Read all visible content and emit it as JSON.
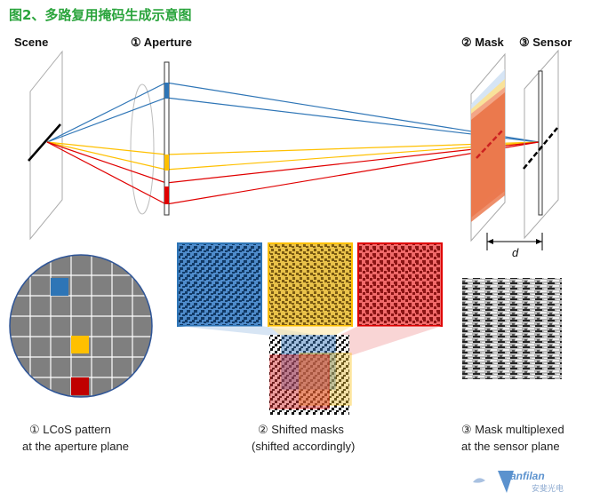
{
  "title": "图2、多路复用掩码生成示意图",
  "labels": {
    "scene": "Scene",
    "aperture": "① Aperture",
    "mask": "② Mask",
    "sensor": "③ Sensor",
    "distance": "d"
  },
  "captions": {
    "lcos_line1": "① LCoS pattern",
    "lcos_line2": "at the aperture plane",
    "shifted_line1": "② Shifted masks",
    "shifted_line2": "(shifted accordingly)",
    "multiplexed_line1": "③ Mask multiplexed",
    "multiplexed_line2": "at the sensor plane"
  },
  "watermark": {
    "brand": "anfilan",
    "sub": "安斐光电"
  },
  "colors": {
    "blue": "#2e75b6",
    "yellow": "#ffc000",
    "red": "#e00000",
    "title_green": "#2aa43c",
    "lcos_gray": "#7f7f7f"
  },
  "lcos_colored_cells": [
    {
      "color": "blue",
      "row": 1,
      "col": 4
    },
    {
      "color": "yellow",
      "row": 4,
      "col": 6
    },
    {
      "color": "red",
      "row": 6,
      "col": 6
    }
  ]
}
